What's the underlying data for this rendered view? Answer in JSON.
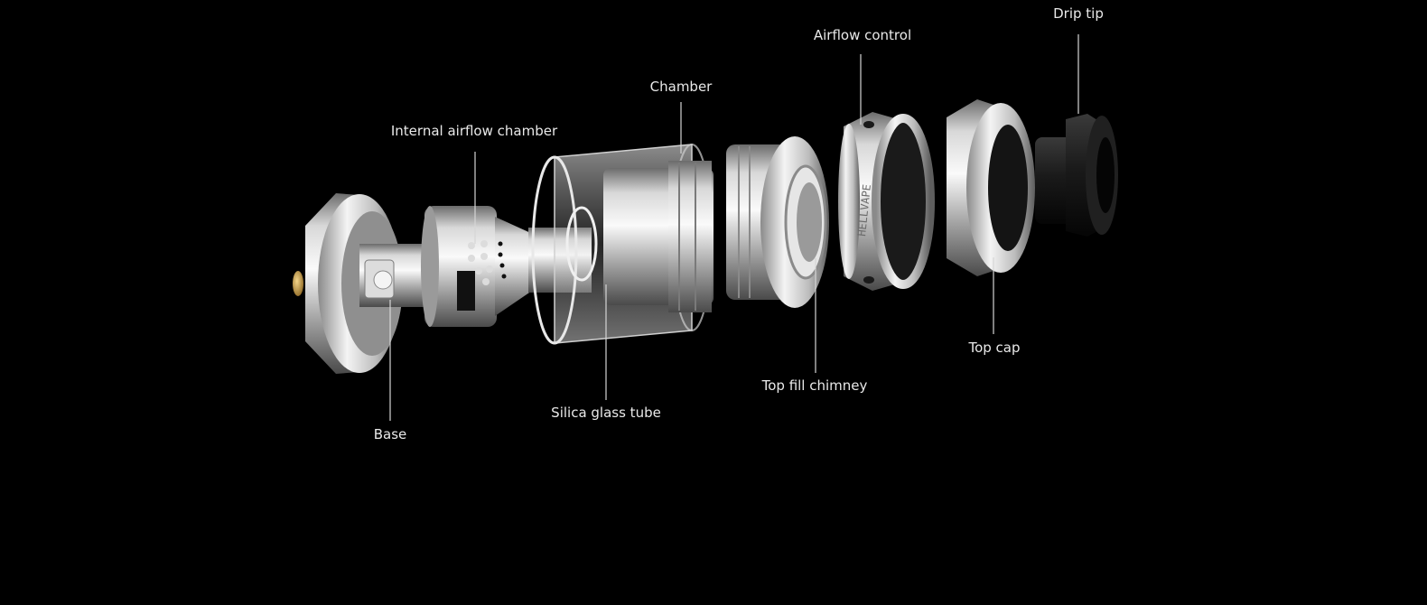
{
  "diagram": {
    "labels": {
      "drip_tip": "Drip tip",
      "airflow_control": "Airflow control",
      "chamber": "Chamber",
      "internal_airflow_chamber": "Internal airflow chamber",
      "base": "Base",
      "silica_glass_tube": "Silica glass tube",
      "top_fill_chimney": "Top fill chimney",
      "top_cap": "Top cap"
    },
    "engraving": "HELLVAPE"
  },
  "colors": {
    "background": "#000000",
    "text": "#e9e9e9",
    "leader": "#d6d6d6",
    "metal_light": "#f2f2f2",
    "metal_mid": "#b9b9b9",
    "metal_dark": "#5b5b5b",
    "gold_pin": "#c99a3a",
    "drip_tip": "#121212"
  }
}
